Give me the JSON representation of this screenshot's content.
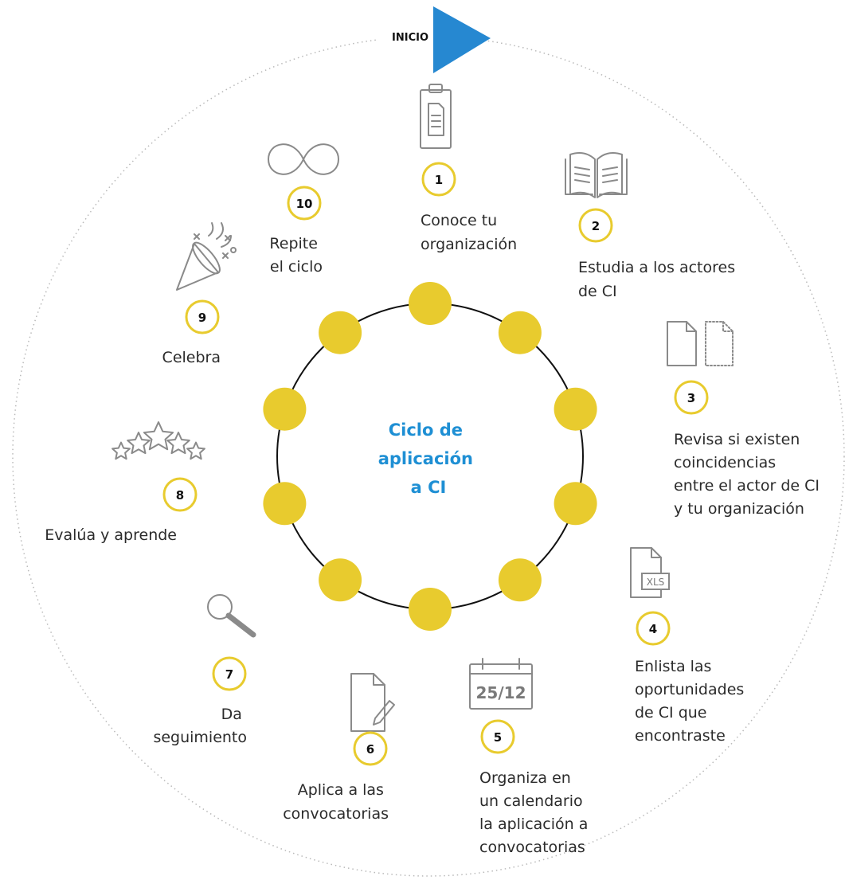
{
  "start_label": "INICIO",
  "center_title": [
    "Ciclo de",
    "aplicación",
    "a CI"
  ],
  "colors": {
    "accent_yellow": "#e8cb2e",
    "start_blue": "#2688d1",
    "title_blue": "#1e8fd4",
    "icon_gray": "#8a8a8a"
  },
  "steps": [
    {
      "number": "1",
      "icon": "clipboard-icon",
      "lines": [
        "Conoce tu",
        "organización"
      ]
    },
    {
      "number": "2",
      "icon": "open-book-icon",
      "lines": [
        "Estudia a los actores",
        "de CI"
      ]
    },
    {
      "number": "3",
      "icon": "compare-documents-icon",
      "lines": [
        "Revisa si existen",
        "coincidencias",
        "entre el actor de CI",
        "y tu organización"
      ]
    },
    {
      "number": "4",
      "icon": "xls-file-icon",
      "icon_text": "XLS",
      "lines": [
        "Enlista las",
        "oportunidades",
        "de CI que",
        "encontraste"
      ]
    },
    {
      "number": "5",
      "icon": "calendar-icon",
      "icon_text": "25/12",
      "lines": [
        "Organiza en",
        "un calendario",
        "la aplicación a",
        "convocatorias"
      ]
    },
    {
      "number": "6",
      "icon": "edit-document-icon",
      "lines": [
        "Aplica a las",
        "convocatorias"
      ]
    },
    {
      "number": "7",
      "icon": "magnifier-icon",
      "lines": [
        "Da",
        "seguimiento"
      ]
    },
    {
      "number": "8",
      "icon": "stars-icon",
      "lines": [
        "Evalúa y aprende"
      ]
    },
    {
      "number": "9",
      "icon": "party-popper-icon",
      "lines": [
        "Celebra"
      ]
    },
    {
      "number": "10",
      "icon": "infinity-icon",
      "lines": [
        "Repite",
        "el ciclo"
      ]
    }
  ]
}
